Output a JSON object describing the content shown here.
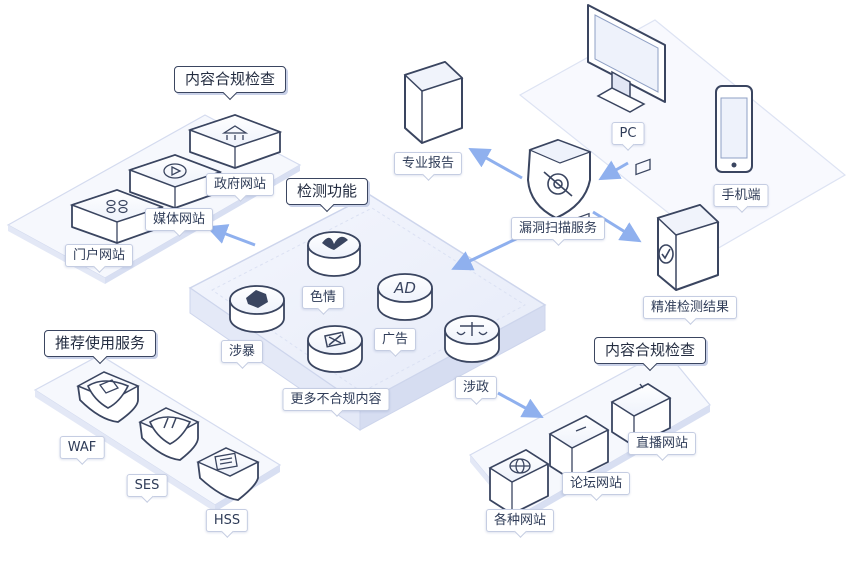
{
  "colors": {
    "accent": "#4a78d8",
    "arrow": "#8fb0ee",
    "outline": "#3a4560",
    "platform_fill": "#eef1fb",
    "platform_edge": "#cdd5ec"
  },
  "top_left_group": {
    "title": "内容合规检查",
    "sites": [
      {
        "label": "政府网站",
        "icon": "government-building-icon"
      },
      {
        "label": "媒体网站",
        "icon": "play-icon"
      },
      {
        "label": "门户网站",
        "icon": "grid-icon"
      }
    ]
  },
  "detection_group": {
    "title": "检测功能",
    "items": [
      {
        "label": "色情",
        "icon": "phoenix-icon"
      },
      {
        "label": "广告",
        "icon": "ad-icon"
      },
      {
        "label": "涉暴",
        "icon": "fist-icon"
      },
      {
        "label": "涉政",
        "icon": "scale-icon"
      },
      {
        "label": "更多不合规内容",
        "icon": "forbidden-stamp-icon"
      }
    ]
  },
  "scanner": {
    "label": "漏洞扫描服务",
    "icon": "shield-target-icon"
  },
  "devices": [
    {
      "label": "PC",
      "icon": "monitor-icon"
    },
    {
      "label": "手机端",
      "icon": "phone-icon"
    }
  ],
  "outputs": [
    {
      "label": "专业报告",
      "icon": "report-icon"
    },
    {
      "label": "精准检测结果",
      "icon": "check-icon"
    }
  ],
  "recommended_group": {
    "title": "推荐使用服务",
    "services": [
      {
        "label": "WAF",
        "icon": "shield-waf-icon"
      },
      {
        "label": "SES",
        "icon": "shield-ses-icon"
      },
      {
        "label": "HSS",
        "icon": "server-hss-icon"
      }
    ]
  },
  "bottom_right_group": {
    "title": "内容合规检查",
    "sites": [
      {
        "label": "直播网站",
        "icon": "live-tv-icon"
      },
      {
        "label": "论坛网站",
        "icon": "forum-icon"
      },
      {
        "label": "各种网站",
        "icon": "globe-icon"
      }
    ]
  }
}
